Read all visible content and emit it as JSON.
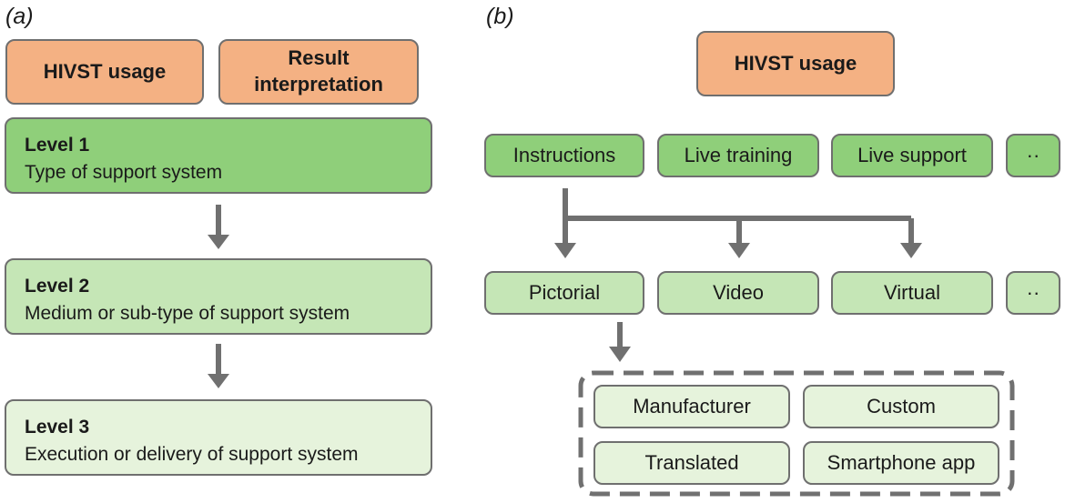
{
  "panel_a": {
    "label": "(a)",
    "top_boxes": [
      "HIVST usage",
      "Result interpretation"
    ],
    "levels": [
      {
        "title": "Level 1",
        "desc": "Type of support system"
      },
      {
        "title": "Level 2",
        "desc": "Medium or sub-type of support system"
      },
      {
        "title": "Level 3",
        "desc": "Execution or delivery of support system"
      }
    ]
  },
  "panel_b": {
    "label": "(b)",
    "top_box": "HIVST usage",
    "level1": [
      "Instructions",
      "Live training",
      "Live support",
      "··"
    ],
    "level2": [
      "Pictorial",
      "Video",
      "Virtual",
      "··"
    ],
    "level3": [
      "Manufacturer",
      "Custom",
      "Translated",
      "Smartphone app"
    ]
  },
  "colors": {
    "orange": "#f4b183",
    "green_level1": "#8fcf7a",
    "green_level2": "#c5e6b6",
    "green_level3": "#e6f3dc",
    "connector": "#707070"
  }
}
